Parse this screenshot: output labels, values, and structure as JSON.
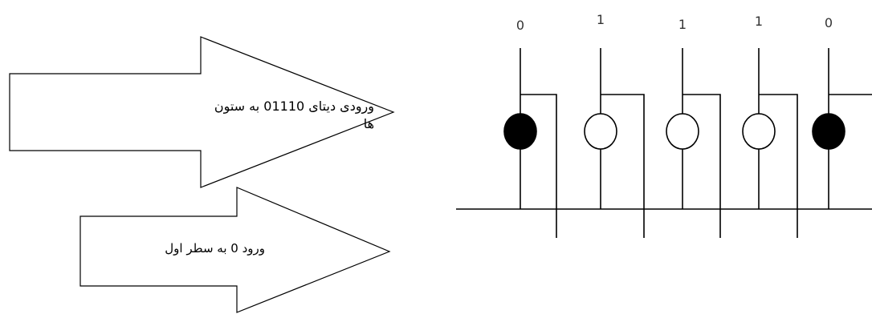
{
  "arrows": [
    {
      "text": "ورودی دیتای 01110 به ستون ها"
    },
    {
      "text": "ورود 0 به سطر اول"
    }
  ],
  "columns": [
    {
      "bit": "0",
      "led": "on"
    },
    {
      "bit": "1",
      "led": "off"
    },
    {
      "bit": "1",
      "led": "off"
    },
    {
      "bit": "1",
      "led": "off"
    },
    {
      "bit": "0",
      "led": "on"
    }
  ]
}
